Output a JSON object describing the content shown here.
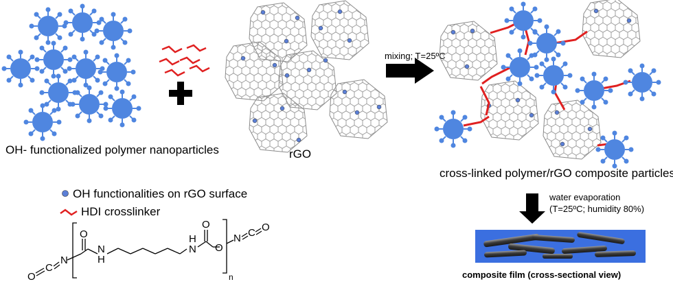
{
  "labels": {
    "polymer_caption": "OH- functionalized polymer nanoparticles",
    "rgo_caption": "rGO",
    "mixing_condition": "mixing; T=25ºC",
    "composite_caption": "cross-linked polymer/rGO composite particles",
    "evap_line1": "water evaporation",
    "evap_line2": "(T=25ºC; humidity 80%)",
    "film_caption": "composite film (cross-sectional view)"
  },
  "legend": {
    "oh_label": "OH functionalities on rGO surface",
    "hdi_label": "HDI crosslinker"
  },
  "chemical": {
    "n_left": "N",
    "c_left": "C",
    "o_left": "O",
    "carbonyl_o_1": "O",
    "nh_1": "H",
    "n_amide_1": "N",
    "nh_2": "H",
    "n_amide_2": "N",
    "carbonyl_o_2": "O",
    "ester_o": "O",
    "n_right": "N",
    "c_right": "C",
    "o_right": "O",
    "repeat_n": "n"
  },
  "colors": {
    "particle": "#4f86e0",
    "crosslinker": "#e02020",
    "graphene_line": "#8a8a8a",
    "oh_dot": "#5b7fd6",
    "film_background": "#3b6fe0",
    "film_rod": "#3a3a3a",
    "arrow": "#000000"
  }
}
